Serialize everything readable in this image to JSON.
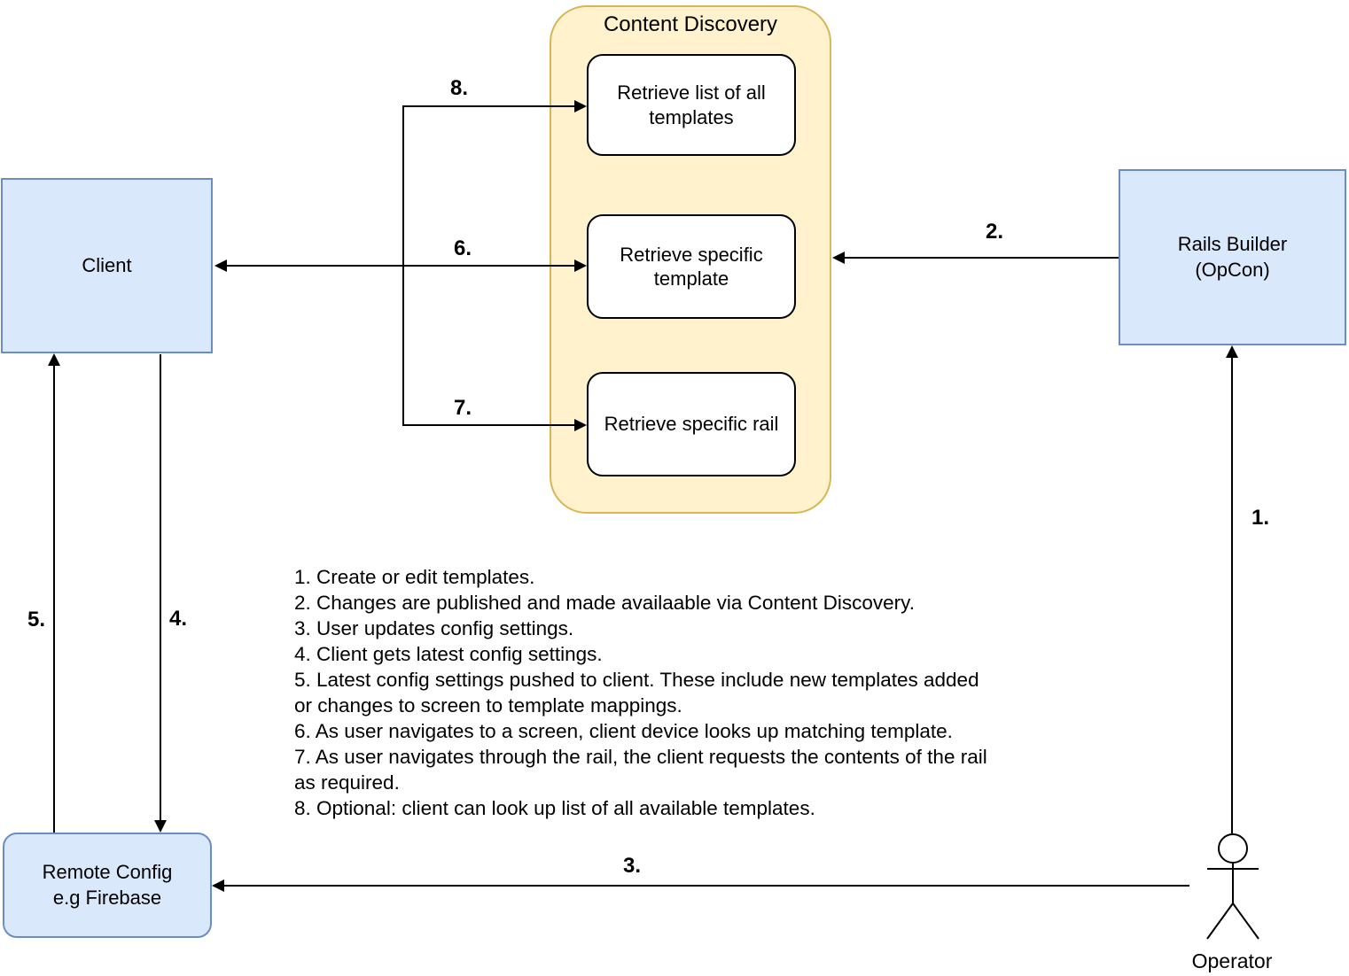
{
  "diagram": {
    "content_discovery": {
      "title": "Content Discovery",
      "boxes": [
        {
          "label": "Retrieve list of all\ntemplates"
        },
        {
          "label": "Retrieve specific\ntemplate"
        },
        {
          "label": "Retrieve specific rail"
        }
      ]
    },
    "nodes": {
      "client": "Client",
      "rails_builder": "Rails Builder\n(OpCon)",
      "remote_config": "Remote Config\ne.g Firebase",
      "operator": "Operator"
    },
    "edge_labels": {
      "e1": "1.",
      "e2": "2.",
      "e3": "3.",
      "e4": "4.",
      "e5": "5.",
      "e6": "6.",
      "e7": "7.",
      "e8": "8."
    },
    "notes": {
      "lines": [
        "1. Create or edit templates.",
        "2. Changes are published and made availaable via Content Discovery.",
        "3. User updates config settings.",
        "4. Client gets latest config settings.",
        "5. Latest config settings pushed to client. These include new templates added",
        "or changes to screen to template mappings.",
        "6. As user navigates to a screen, client device looks up matching template.",
        "7. As user navigates through the rail, the client requests the contents of the rail",
        "as required.",
        "8. Optional: client can look up list of all available templates."
      ]
    },
    "colors": {
      "node_fill": "#dae8fc",
      "node_border": "#6c8ebf",
      "container_fill": "#fff2cc",
      "container_border": "#d6b656",
      "process_fill": "#ffffff",
      "line": "#000000"
    }
  }
}
